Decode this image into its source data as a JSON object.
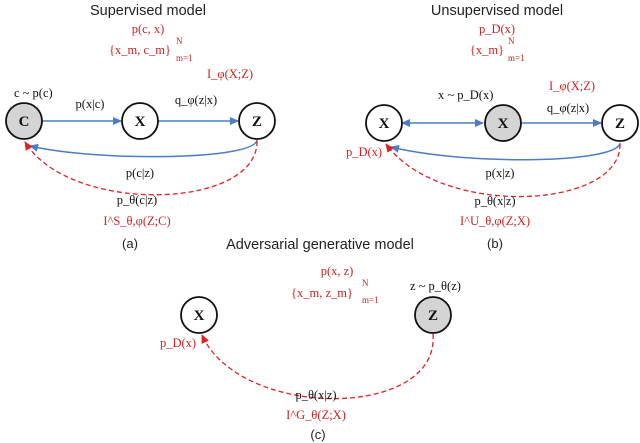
{
  "panels": {
    "a": {
      "title": "Supervised model",
      "caption": "(a)",
      "joint": "p(c, x)",
      "dataset": "{x_m, c_m}",
      "dataset_sup": "N",
      "dataset_sub": "m=1",
      "prior": "c ~ p(c)",
      "node_c": "C",
      "node_x": "X",
      "node_z": "Z",
      "edge_cx": "p(x|c)",
      "info": "I_φ(X;Z)",
      "edge_xz": "q_φ(z|x)",
      "edge_zc": "p(c|z)",
      "decoder": "p_θ(c|z)",
      "info_s": "I^S_θ,φ(Z;C)"
    },
    "b": {
      "title": "Unsupervised model",
      "caption": "(b)",
      "joint": "p_D(x)",
      "dataset": "{x_m}",
      "dataset_sup": "N",
      "dataset_sub": "m=1",
      "prior": "x ~ p_D(x)",
      "node_x_left": "X",
      "node_x_mid": "X",
      "node_z": "Z",
      "info": "I_φ(X;Z)",
      "edge_xz": "q_φ(z|x)",
      "data_dist": "p_D(x)",
      "edge_zx": "p(x|z)",
      "decoder": "p_θ(x|z)",
      "info_u": "I^U_θ,φ(Z;X)"
    },
    "c": {
      "title": "Adversarial generative model",
      "caption": "(c)",
      "joint": "p(x, z)",
      "dataset": "{x_m, z_m}",
      "dataset_sup": "N",
      "dataset_sub": "m=1",
      "prior": "z ~ p_θ(z)",
      "node_x": "X",
      "node_z": "Z",
      "data_dist": "p_D(x)",
      "decoder": "p_θ(x|z)",
      "info_g": "I^G_θ(Z;X)"
    }
  },
  "colors": {
    "annotation_red": "#cc2222",
    "edge_blue": "#4a7ec4",
    "node_gray": "#d4d4d4"
  }
}
